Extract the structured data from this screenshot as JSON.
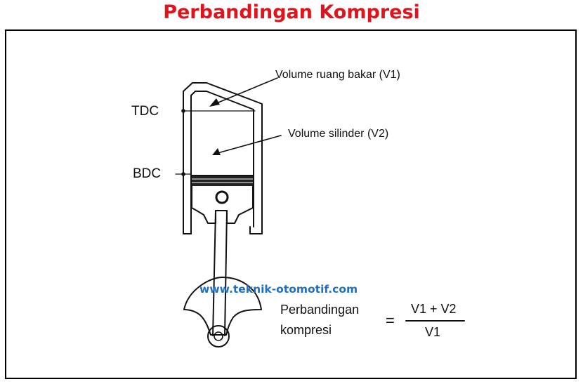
{
  "header": {
    "title": "Perbandingan Kompresi"
  },
  "diagram": {
    "tdc_label": "TDC",
    "bdc_label": "BDC",
    "v1_label": "Volume ruang bakar (V1)",
    "v2_label": "Volume silinder (V2)"
  },
  "formula": {
    "lhs_line1": "Perbandingan",
    "lhs_line2": "kompresi",
    "equals": "=",
    "numerator": "V1 + V2",
    "denominator": "V1"
  },
  "watermark": "www.teknik-otomotif.com",
  "colors": {
    "title": "#e0141c",
    "watermark": "#1f6fc4",
    "line": "#111111"
  }
}
